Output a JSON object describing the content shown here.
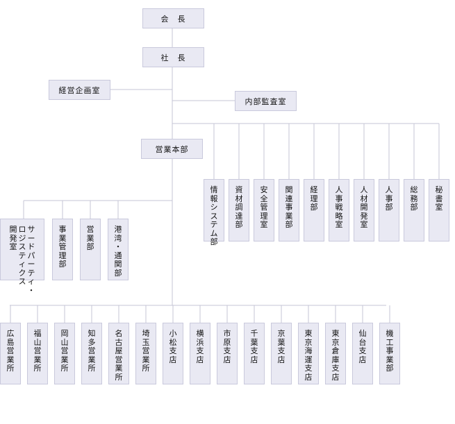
{
  "top": {
    "chairman": "会　長",
    "president": "社　長",
    "planning": "経営企画室",
    "audit": "内部監査室",
    "sales_hq": "営業本部"
  },
  "staff_departments": [
    "情報システム部",
    "資材調達部",
    "安全管理室",
    "関連事業部",
    "経理部",
    "人事戦略室",
    "人材開発室",
    "人事部",
    "総務部",
    "秘書室"
  ],
  "sales_departments": [
    {
      "lines": [
        "サードパーティ・",
        "ロジスティクス",
        "開発室"
      ]
    },
    {
      "lines": [
        "事業管理部"
      ]
    },
    {
      "lines": [
        "営業部"
      ]
    },
    {
      "lines": [
        "港湾・通関部"
      ]
    }
  ],
  "branches": [
    "広島営業所",
    "福山営業所",
    "岡山営業所",
    "知多営業所",
    "名古屋営業所",
    "埼玉営業所",
    "小松支店",
    "横浜支店",
    "市原支店",
    "千葉支店",
    "京葉支店",
    "東京海運支店",
    "東京倉庫支店",
    "仙台支店",
    "機工事業部"
  ],
  "colors": {
    "box_fill": "#e9e9f3",
    "box_border": "#c9c9dc",
    "line": "#c4c4d4"
  }
}
